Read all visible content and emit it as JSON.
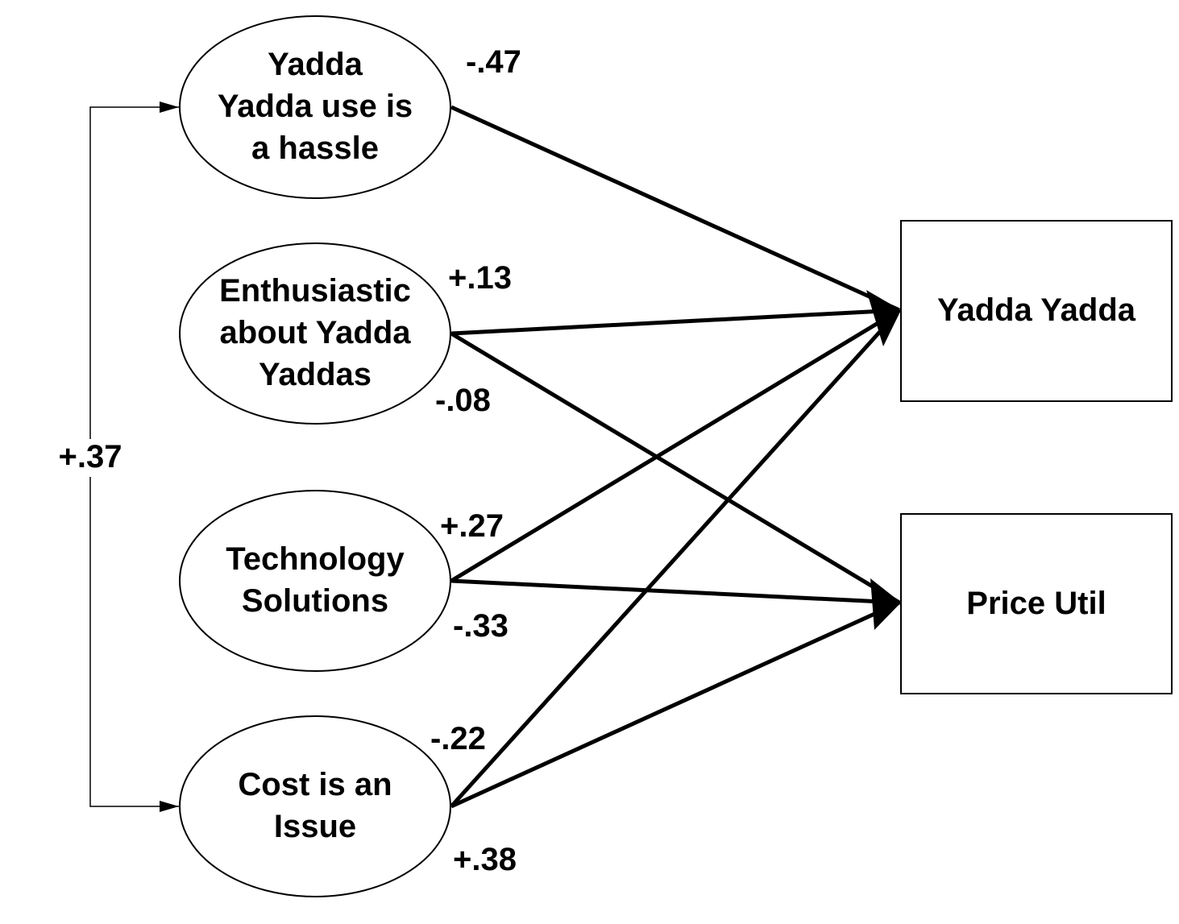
{
  "factors": [
    {
      "id": "hassle",
      "lines": [
        "Yadda",
        "Yadda use is",
        "a hassle"
      ]
    },
    {
      "id": "enthusiastic",
      "lines": [
        "Enthusiastic",
        "about Yadda",
        "Yaddas"
      ]
    },
    {
      "id": "tech",
      "lines": [
        "Technology",
        "Solutions"
      ]
    },
    {
      "id": "cost",
      "lines": [
        "Cost is an",
        "Issue"
      ]
    }
  ],
  "outcomes": [
    {
      "id": "yadda",
      "label": "Yadda Yadda"
    },
    {
      "id": "price",
      "label": "Price Util"
    }
  ],
  "paths": [
    {
      "from": "hassle",
      "to": "yadda",
      "coef": "-.47"
    },
    {
      "from": "enthusiastic",
      "to": "yadda",
      "coef": "+.13"
    },
    {
      "from": "enthusiastic",
      "to": "price",
      "coef": "-.08"
    },
    {
      "from": "tech",
      "to": "yadda",
      "coef": "+.27"
    },
    {
      "from": "tech",
      "to": "price",
      "coef": "-.33"
    },
    {
      "from": "cost",
      "to": "yadda",
      "coef": "-.22"
    },
    {
      "from": "cost",
      "to": "price",
      "coef": "+.38"
    }
  ],
  "correlation": {
    "from": "hassle",
    "to": "cost",
    "coef": "+.37"
  }
}
